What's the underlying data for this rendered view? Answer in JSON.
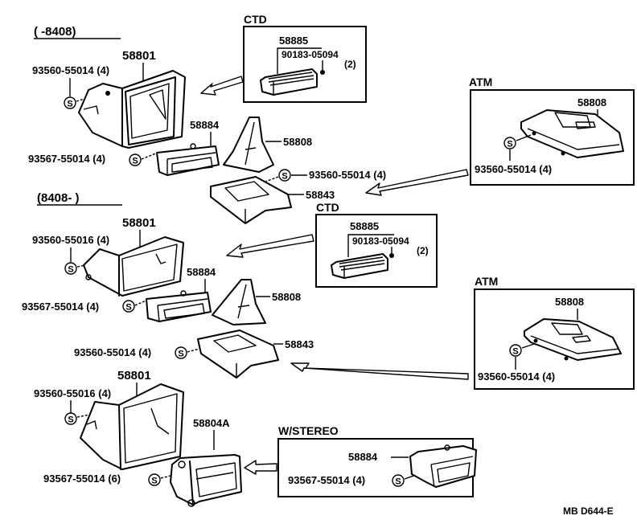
{
  "diagram": {
    "code": "MB D644-E",
    "sections": [
      {
        "period": "(        -8408)",
        "parts": {
          "bezel": "58801",
          "screw_bezel": "93560-55014 (4)",
          "pocket": "58884",
          "screw_pocket": "93567-55014 (4)",
          "boot": "58808",
          "screw_panel": "93560-55014 (4)",
          "panel": "58843"
        },
        "inset_ctd": {
          "title": "CTD",
          "part": "58885",
          "sub_part": "90183-05094",
          "qty": "(2)"
        },
        "inset_atm": {
          "title": "ATM",
          "part": "58808",
          "screw": "93560-55014 (4)"
        }
      },
      {
        "period": "(8408-        )",
        "parts": {
          "bezel": "58801",
          "screw_bezel": "93560-55016 (4)",
          "pocket": "58884",
          "screw_pocket": "93567-55014 (4)",
          "boot": "58808",
          "screw_panel": "93560-55014 (4)",
          "panel": "58843"
        },
        "inset_ctd": {
          "title": "CTD",
          "part": "58885",
          "sub_part": "90183-05094",
          "qty": "(2)"
        },
        "inset_atm": {
          "title": "ATM",
          "part": "58808",
          "screw": "93560-55014 (4)"
        }
      },
      {
        "parts": {
          "bezel": "58801",
          "screw_bezel": "93560-55016 (4)",
          "box": "58804A",
          "screw_box": "93567-55014 (6)"
        },
        "inset_stereo": {
          "title": "W/STEREO",
          "part": "58884",
          "screw": "93567-55014 (4)"
        }
      }
    ],
    "screw_symbol": "S"
  }
}
